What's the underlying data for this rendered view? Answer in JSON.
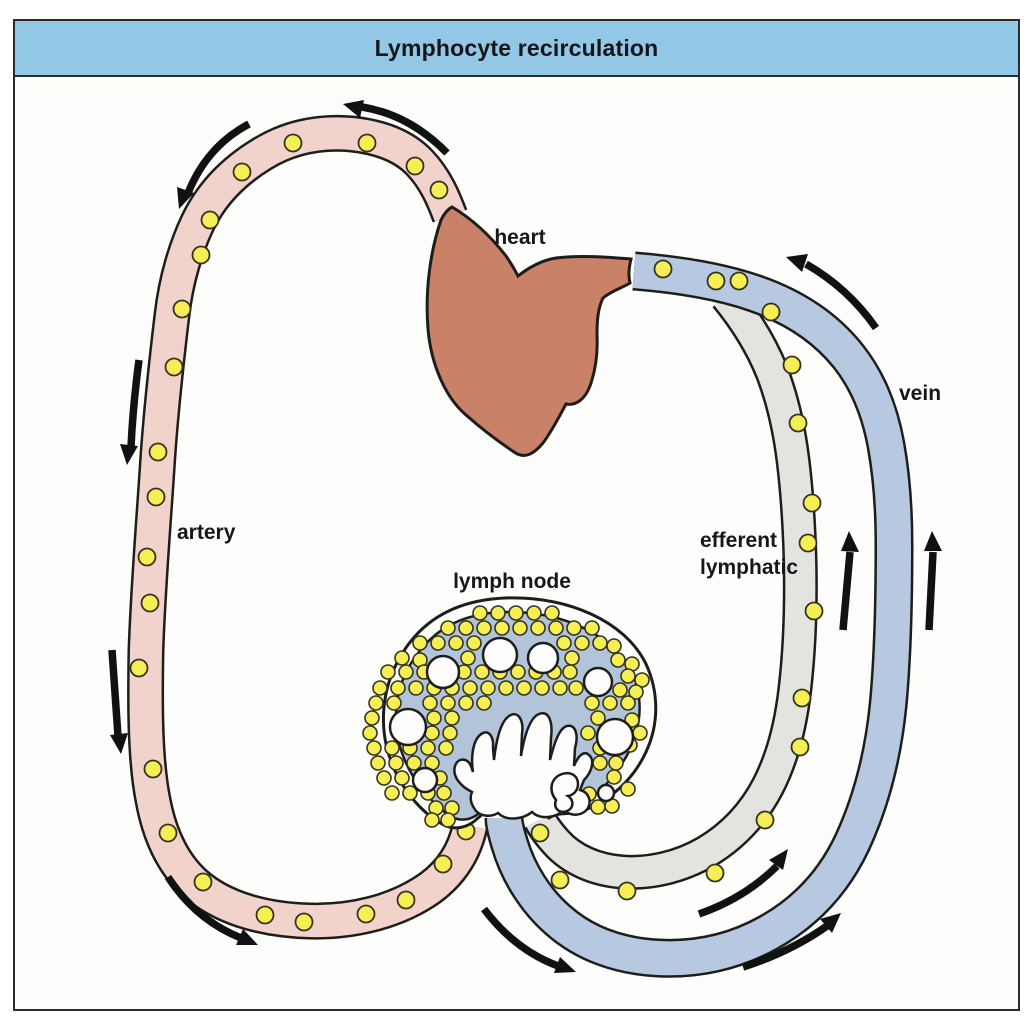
{
  "title": "Lymphocyte recirculation",
  "diagram": {
    "labels": {
      "heart": "heart",
      "artery": "artery",
      "lymph_node": "lymph node",
      "efferent_line1": "efferent",
      "efferent_line2": "lymphatic",
      "vein": "vein"
    },
    "colors": {
      "title_bar": "#92c7e5",
      "outline": "#1d1d1b",
      "heart": "#c98168",
      "artery": "#f2d3cc",
      "vein": "#b6c9e0",
      "efferent_lymphatic": "#e3e3df",
      "node_interior": "#b2c4da",
      "node_capsule": "#fdfdfc",
      "lymphocyte": "#f6ee55",
      "arrow": "#111111"
    }
  }
}
